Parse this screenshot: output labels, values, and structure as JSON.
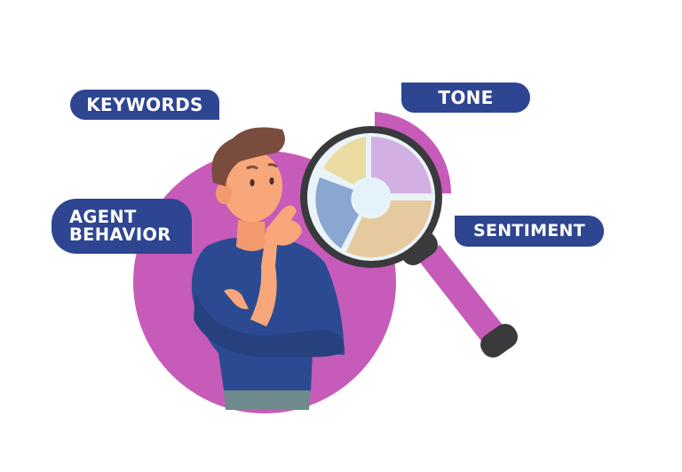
{
  "illustration": {
    "description": "Thinking man with a magnifying glass over a donut chart",
    "labels": {
      "keywords": "KEYWORDS",
      "agent_behavior_line1": "AGENT",
      "agent_behavior_line2": "BEHAVIOR",
      "tone": "TONE",
      "sentiment": "SENTIMENT"
    },
    "colors": {
      "badge_blue": "#2e4591",
      "circle_magenta": "#c65bb9",
      "shirt_blue": "#2c4a91",
      "skin": "#f7a77a",
      "hair": "#7a4c3e",
      "magnifier_frame": "#3a3a3c",
      "lens_glass": "#d9eef6",
      "donut_yellow": "#e4d48e",
      "donut_lavender": "#c99fdc",
      "donut_tan": "#e2bd8a",
      "donut_blue": "#6f94c6",
      "pants_gray": "#6f8a8c"
    }
  }
}
